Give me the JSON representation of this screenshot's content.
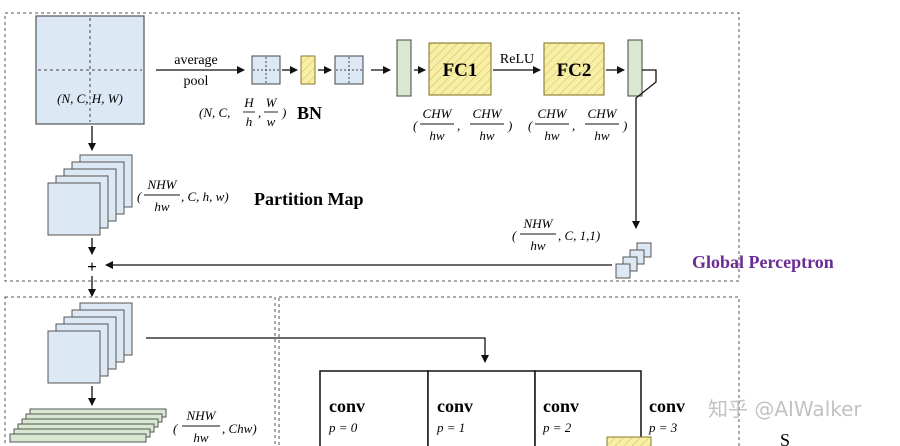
{
  "pool_label_1": "average",
  "pool_label_2": "pool",
  "input_shape": "(N, C, H, W)",
  "pool_out_prefix": "(N, C,",
  "pool_out_frac1_num": "H",
  "pool_out_frac1_den": "h",
  "pool_out_frac2_num": "W",
  "pool_out_frac2_den": "w",
  "bn_label": "BN",
  "fc1_label": "FC1",
  "fc2_label": "FC2",
  "relu_label": "ReLU",
  "fc_frac_num": "CHW",
  "fc_frac_den": "hw",
  "partition_frac_num": "NHW",
  "partition_frac_den": "hw",
  "partition_shape_rest": ", C, h, w)",
  "partition_map_label": "Partition Map",
  "global_frac_num": "NHW",
  "global_frac_den": "hw",
  "global_shape_rest": ", C, 1,1)",
  "plus_sign": "+",
  "global_perceptron_label": "Global Perceptron",
  "local_frac_num": "NHW",
  "local_frac_den": "hw",
  "local_shape_rest": ", Chw)",
  "conv_blocks": [
    {
      "label": "conv",
      "p": "p = 0"
    },
    {
      "label": "conv",
      "p": "p = 1"
    },
    {
      "label": "conv",
      "p": "p = 2"
    },
    {
      "label": "conv",
      "p": "p = 3"
    }
  ],
  "watermark": "知乎 @AIWalker",
  "cut_text": "S",
  "colors": {
    "blue_fill": "#dde8f5",
    "green_fill": "#d9e8d0",
    "yellow_fill": "#f7eea8",
    "purple_text": "#6a2c91"
  }
}
